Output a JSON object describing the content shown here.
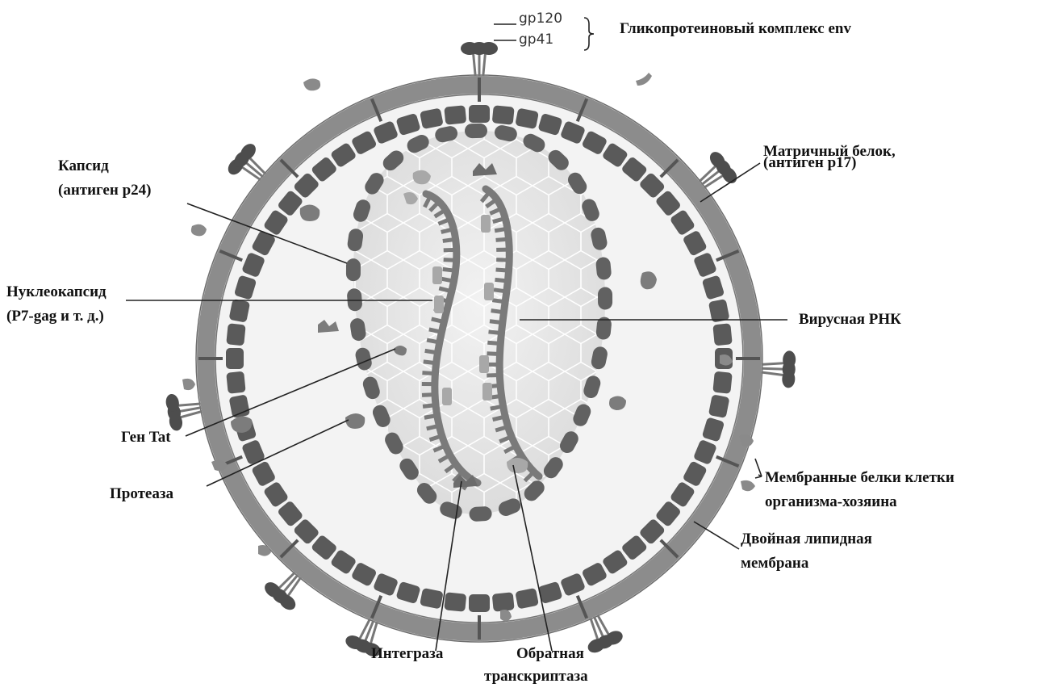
{
  "labels": {
    "gp120": "gp120",
    "gp41": "gp41",
    "env_complex": "Гликопротеиновый комплекс env",
    "matrix_1": "Матричный белок,",
    "matrix_2": "(антиген p17)",
    "capsid_1": "Капсид",
    "capsid_2": "(антиген p24)",
    "nucleocapsid_1": "Нуклеокапсид",
    "nucleocapsid_2": "(P7-gag и т. д.)",
    "viral_rna": "Вирусная РНК",
    "tat_gene": "Ген Tat",
    "protease": "Протеаза",
    "host_proteins_1": "Мембранные белки клетки",
    "host_proteins_2": "организма-хозяина",
    "lipid_membrane_1": "Двойная липидная",
    "lipid_membrane_2": "мембрана",
    "integrase": "Интеграза",
    "reverse_transcriptase_1": "Обратная",
    "reverse_transcriptase_2": "транскриптаза"
  },
  "colors": {
    "membrane": "#8c8c8c",
    "matrix_protein": "#5a5a5a",
    "capsid": "#616161",
    "core_fill": "#e6e6e6",
    "rna": "#7a7a7a",
    "interior": "#f4f4f4",
    "leader_line": "#222222"
  }
}
